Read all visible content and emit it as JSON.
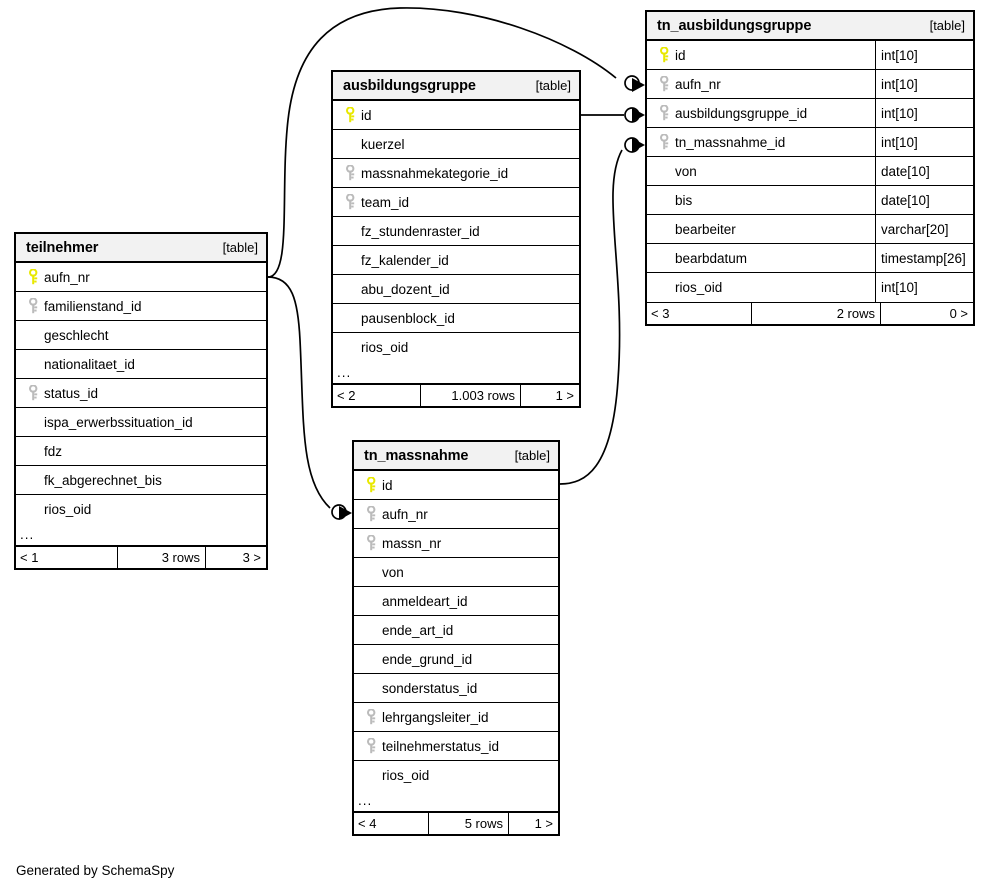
{
  "diagram": {
    "credit": "Generated by SchemaSpy",
    "table_tag": "[table]",
    "ellipsis": "...",
    "pk_icon": "key-icon-primary",
    "fk_icon": "key-icon-foreign"
  },
  "tables": {
    "teilnehmer": {
      "name": "teilnehmer",
      "tag": "[table]",
      "show_types": false,
      "columns": [
        {
          "name": "aufn_nr",
          "key": "primary",
          "type": ""
        },
        {
          "name": "familienstand_id",
          "key": "foreign",
          "type": ""
        },
        {
          "name": "geschlecht",
          "key": "none",
          "type": ""
        },
        {
          "name": "nationalitaet_id",
          "key": "none",
          "type": ""
        },
        {
          "name": "status_id",
          "key": "foreign",
          "type": ""
        },
        {
          "name": "ispa_erwerbssituation_id",
          "key": "none",
          "type": ""
        },
        {
          "name": "fdz",
          "key": "none",
          "type": ""
        },
        {
          "name": "fk_abgerechnet_bis",
          "key": "none",
          "type": ""
        },
        {
          "name": "rios_oid",
          "key": "none",
          "type": ""
        }
      ],
      "has_ellipsis": true,
      "footer": {
        "prev": "< 1",
        "rows": "3 rows",
        "next": "3 >"
      }
    },
    "ausbildungsgruppe": {
      "name": "ausbildungsgruppe",
      "tag": "[table]",
      "show_types": false,
      "columns": [
        {
          "name": "id",
          "key": "primary",
          "type": ""
        },
        {
          "name": "kuerzel",
          "key": "none",
          "type": ""
        },
        {
          "name": "massnahmekategorie_id",
          "key": "foreign",
          "type": ""
        },
        {
          "name": "team_id",
          "key": "foreign",
          "type": ""
        },
        {
          "name": "fz_stundenraster_id",
          "key": "none",
          "type": ""
        },
        {
          "name": "fz_kalender_id",
          "key": "none",
          "type": ""
        },
        {
          "name": "abu_dozent_id",
          "key": "none",
          "type": ""
        },
        {
          "name": "pausenblock_id",
          "key": "none",
          "type": ""
        },
        {
          "name": "rios_oid",
          "key": "none",
          "type": ""
        }
      ],
      "has_ellipsis": true,
      "footer": {
        "prev": "< 2",
        "rows": "1.003 rows",
        "next": "1 >"
      }
    },
    "tn_massnahme": {
      "name": "tn_massnahme",
      "tag": "[table]",
      "show_types": false,
      "columns": [
        {
          "name": "id",
          "key": "primary",
          "type": ""
        },
        {
          "name": "aufn_nr",
          "key": "foreign",
          "type": ""
        },
        {
          "name": "massn_nr",
          "key": "foreign",
          "type": ""
        },
        {
          "name": "von",
          "key": "none",
          "type": ""
        },
        {
          "name": "anmeldeart_id",
          "key": "none",
          "type": ""
        },
        {
          "name": "ende_art_id",
          "key": "none",
          "type": ""
        },
        {
          "name": "ende_grund_id",
          "key": "none",
          "type": ""
        },
        {
          "name": "sonderstatus_id",
          "key": "none",
          "type": ""
        },
        {
          "name": "lehrgangsleiter_id",
          "key": "foreign",
          "type": ""
        },
        {
          "name": "teilnehmerstatus_id",
          "key": "foreign",
          "type": ""
        },
        {
          "name": "rios_oid",
          "key": "none",
          "type": ""
        }
      ],
      "has_ellipsis": true,
      "footer": {
        "prev": "< 4",
        "rows": "5 rows",
        "next": "1 >"
      }
    },
    "tn_ausbildungsgruppe": {
      "name": "tn_ausbildungsgruppe",
      "tag": "[table]",
      "show_types": true,
      "columns": [
        {
          "name": "id",
          "key": "primary",
          "type": "int[10]"
        },
        {
          "name": "aufn_nr",
          "key": "foreign",
          "type": "int[10]"
        },
        {
          "name": "ausbildungsgruppe_id",
          "key": "foreign",
          "type": "int[10]"
        },
        {
          "name": "tn_massnahme_id",
          "key": "foreign",
          "type": "int[10]"
        },
        {
          "name": "von",
          "key": "none",
          "type": "date[10]"
        },
        {
          "name": "bis",
          "key": "none",
          "type": "date[10]"
        },
        {
          "name": "bearbeiter",
          "key": "none",
          "type": "varchar[20]"
        },
        {
          "name": "bearbdatum",
          "key": "none",
          "type": "timestamp[26]"
        },
        {
          "name": "rios_oid",
          "key": "none",
          "type": "int[10]"
        }
      ],
      "has_ellipsis": false,
      "footer": {
        "prev": "< 3",
        "rows": "2 rows",
        "next": "0 >"
      }
    }
  },
  "relationships": [
    {
      "from_table": "teilnehmer",
      "from_column": "aufn_nr",
      "to_table": "tn_ausbildungsgruppe",
      "to_column": "aufn_nr"
    },
    {
      "from_table": "teilnehmer",
      "from_column": "aufn_nr",
      "to_table": "tn_massnahme",
      "to_column": "aufn_nr"
    },
    {
      "from_table": "ausbildungsgruppe",
      "from_column": "id",
      "to_table": "tn_ausbildungsgruppe",
      "to_column": "ausbildungsgruppe_id"
    },
    {
      "from_table": "tn_massnahme",
      "from_column": "id",
      "to_table": "tn_ausbildungsgruppe",
      "to_column": "tn_massnahme_id"
    }
  ],
  "colors": {
    "primary_key": "#e8e800",
    "foreign_key": "#bbbbbb",
    "border": "#000000",
    "header_bg": "#f2f2f2",
    "background": "#ffffff"
  }
}
